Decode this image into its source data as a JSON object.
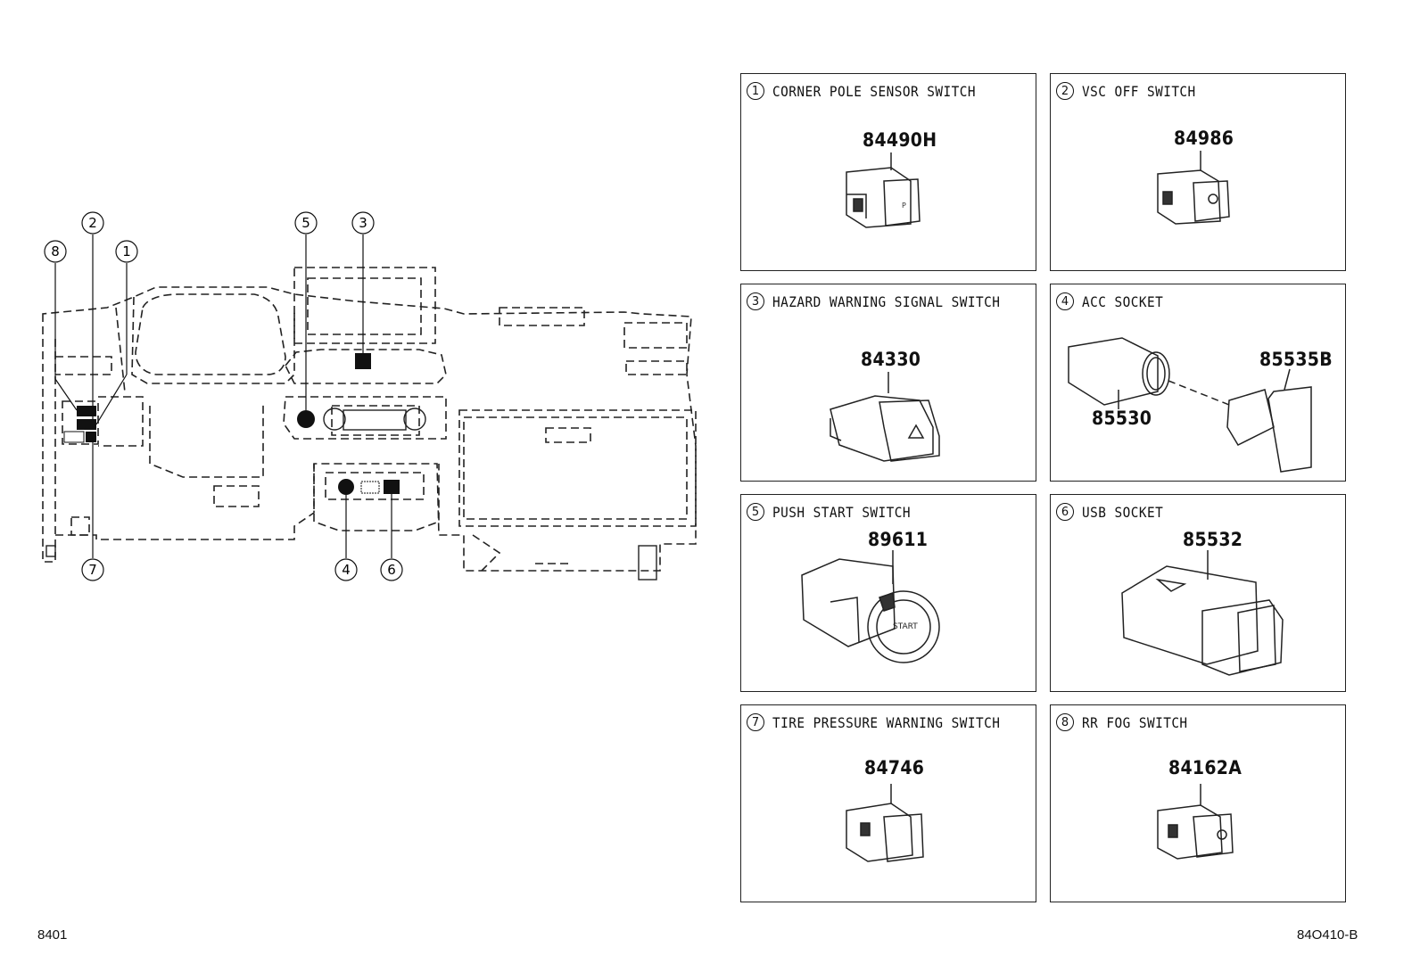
{
  "panels": [
    {
      "num": "1",
      "title": "CORNER POLE SENSOR SWITCH",
      "part": "84490H"
    },
    {
      "num": "2",
      "title": "VSC OFF SWITCH",
      "part": "84986"
    },
    {
      "num": "3",
      "title": "HAZARD WARNING SIGNAL SWITCH",
      "part": "84330"
    },
    {
      "num": "4",
      "title": "ACC SOCKET",
      "part_a": "85530",
      "part_b": "85535B"
    },
    {
      "num": "5",
      "title": "PUSH START SWITCH",
      "part": "89611"
    },
    {
      "num": "6",
      "title": "USB SOCKET",
      "part": "85532"
    },
    {
      "num": "7",
      "title": "TIRE PRESSURE WARNING SWITCH",
      "part": "84746"
    },
    {
      "num": "8",
      "title": "RR FOG SWITCH",
      "part": "84162A"
    }
  ],
  "overview_callouts": [
    "1",
    "2",
    "3",
    "4",
    "5",
    "6",
    "7",
    "8"
  ],
  "footer": {
    "left": "8401",
    "right": "84O410-B"
  }
}
